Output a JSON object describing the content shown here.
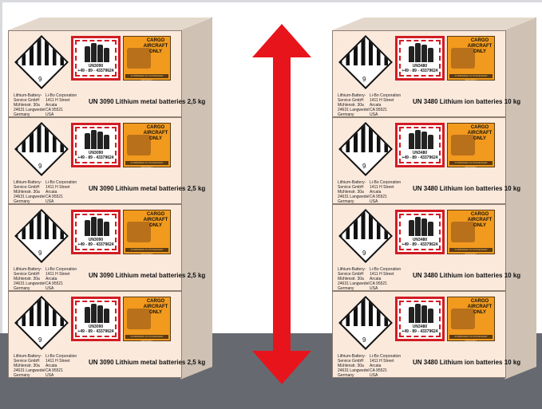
{
  "left_stack": {
    "boxes": [
      {
        "diamond_number": "9",
        "un_small": "UN3090",
        "phone": "+49 - 89 - 43379624",
        "cao_title": "CARGO AIRCRAFT ONLY",
        "forbidden": "FORBIDDEN IN PASSENGER AIRCRAFT",
        "shipper": "Lithium-Battery-\nService GmbH\nMühlenstr. 30a\n24631 Langwedel\nGermany",
        "consignee": "Li-Bo Corporation\n1411 H Street\nArcata\nCA 95521\nUSA",
        "un_text": "UN 3090 Lithium metal batteries 2,5 kg"
      },
      {
        "diamond_number": "9",
        "un_small": "UN3090",
        "phone": "+49 - 89 - 43379624",
        "cao_title": "CARGO AIRCRAFT ONLY",
        "forbidden": "FORBIDDEN IN PASSENGER AIRCRAFT",
        "shipper": "Lithium-Battery-\nService GmbH\nMühlenstr. 30a\n24631 Langwedel\nGermany",
        "consignee": "Li-Bo Corporation\n1411 H Street\nArcata\nCA 95521\nUSA",
        "un_text": "UN 3090 Lithium metal batteries 2,5 kg"
      },
      {
        "diamond_number": "9",
        "un_small": "UN3090",
        "phone": "+49 - 89 - 43379624",
        "cao_title": "CARGO AIRCRAFT ONLY",
        "forbidden": "FORBIDDEN IN PASSENGER AIRCRAFT",
        "shipper": "Lithium-Battery-\nService GmbH\nMühlenstr. 30a\n24631 Langwedel\nGermany",
        "consignee": "Li-Bo Corporation\n1411 H Street\nArcata\nCA 95521\nUSA",
        "un_text": "UN 3090 Lithium metal batteries 2,5 kg"
      },
      {
        "diamond_number": "9",
        "un_small": "UN3090",
        "phone": "+49 - 89 - 43379624",
        "cao_title": "CARGO AIRCRAFT ONLY",
        "forbidden": "FORBIDDEN IN PASSENGER AIRCRAFT",
        "shipper": "Lithium-Battery-\nService GmbH\nMühlenstr. 30a\n24631 Langwedel\nGermany",
        "consignee": "Li-Bo Corporation\n1411 H Street\nArcata\nCA 95521\nUSA",
        "un_text": "UN 3090 Lithium metal batteries 2,5 kg"
      }
    ]
  },
  "right_stack": {
    "boxes": [
      {
        "diamond_number": "9",
        "un_small": "UN3480",
        "phone": "+49 - 89 - 43379624",
        "cao_title": "CARGO AIRCRAFT ONLY",
        "forbidden": "FORBIDDEN IN PASSENGER AIRCRAFT",
        "shipper": "Lithium-Battery-\nService GmbH\nMühlenstr. 30a\n24631 Langwedel\nGermany",
        "consignee": "Li-Bo Corporation\n1411 H Street\nArcata\nCA 95521\nUSA",
        "un_text": "UN 3480 Lithium ion batteries 10 kg"
      },
      {
        "diamond_number": "9",
        "un_small": "UN3480",
        "phone": "+49 - 89 - 43379624",
        "cao_title": "CARGO AIRCRAFT ONLY",
        "forbidden": "FORBIDDEN IN PASSENGER AIRCRAFT",
        "shipper": "Lithium-Battery-\nService GmbH\nMühlenstr. 30a\n24631 Langwedel\nGermany",
        "consignee": "Li-Bo Corporation\n1411 H Street\nArcata\nCA 95521\nUSA",
        "un_text": "UN 3480 Lithium ion batteries 10 kg"
      },
      {
        "diamond_number": "9",
        "un_small": "UN3480",
        "phone": "+49 - 89 - 43379624",
        "cao_title": "CARGO AIRCRAFT ONLY",
        "forbidden": "FORBIDDEN IN PASSENGER AIRCRAFT",
        "shipper": "Lithium-Battery-\nService GmbH\nMühlenstr. 30a\n24631 Langwedel\nGermany",
        "consignee": "Li-Bo Corporation\n1411 H Street\nArcata\nCA 95521\nUSA",
        "un_text": "UN 3480 Lithium ion batteries 10 kg"
      },
      {
        "diamond_number": "9",
        "un_small": "UN3480",
        "phone": "+49 - 89 - 43379624",
        "cao_title": "CARGO AIRCRAFT ONLY",
        "forbidden": "FORBIDDEN IN PASSENGER AIRCRAFT",
        "shipper": "Lithium-Battery-\nService GmbH\nMühlenstr. 30a\n24631 Langwedel\nGermany",
        "consignee": "Li-Bo Corporation\n1411 H Street\nArcata\nCA 95521\nUSA",
        "un_text": "UN 3480 Lithium ion batteries 10 kg"
      }
    ]
  },
  "colors": {
    "arrow": "#e8141c",
    "box_face": "#fbe9dc",
    "box_side": "#cfc2b5",
    "floor": "#666a70",
    "battery_border": "#d21c24",
    "cao_orange": "#f29a1e"
  },
  "icons": {
    "arrow": "double-headed-vertical-arrow-icon",
    "hazard": "class-9-hazard-diamond-icon",
    "battery": "lithium-battery-mark-icon",
    "cao": "cargo-aircraft-only-label-icon"
  }
}
